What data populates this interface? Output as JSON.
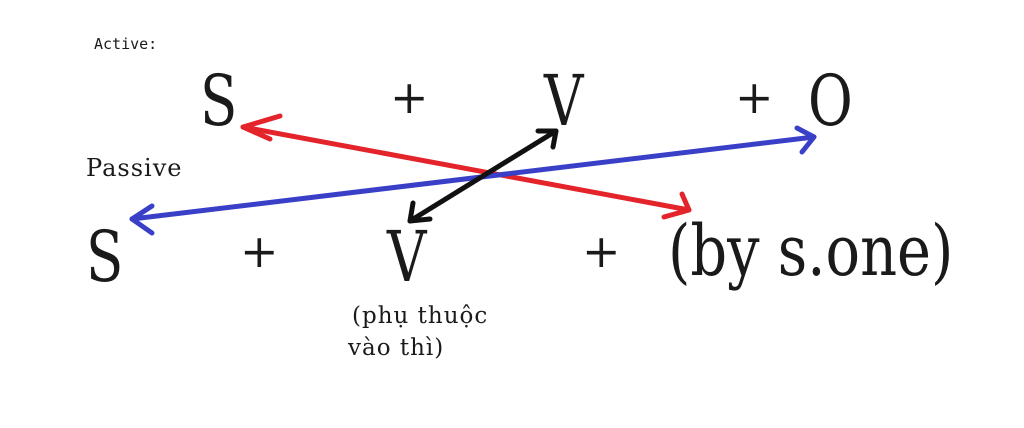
{
  "active_label": "Active:",
  "passive_label": "Passive",
  "active_row": {
    "subject": "S",
    "plus_1": "+",
    "verb": "V",
    "plus_2": "+",
    "object": "O"
  },
  "passive_row": {
    "subject": "S",
    "plus_1": "+",
    "verb": "V",
    "plus_2": "+",
    "agent": "(by s.one)"
  },
  "verb_note_line1": "(phụ thuộc",
  "verb_note_line2": "vào thì)",
  "arrow_colors": {
    "subject_to_agent": "#e3242b",
    "object_to_subject": "#3a3fc8",
    "verb_link": "#111111"
  }
}
